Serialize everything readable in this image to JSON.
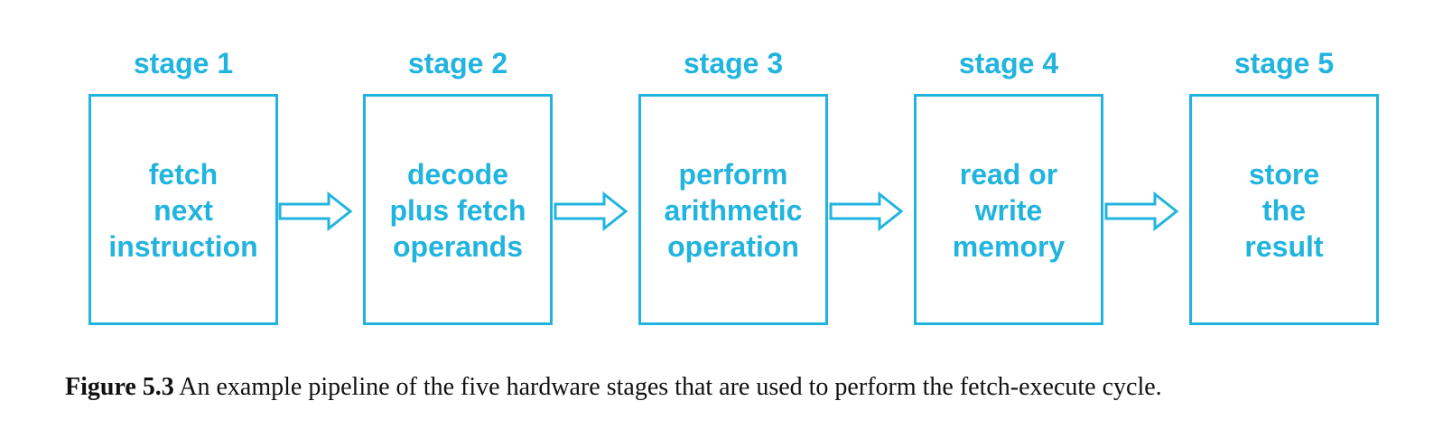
{
  "diagram": {
    "accent_color": "#21b4de",
    "stages": [
      {
        "label": "stage 1",
        "lines": [
          "fetch",
          "next",
          "instruction"
        ]
      },
      {
        "label": "stage 2",
        "lines": [
          "decode",
          "plus fetch",
          "operands"
        ]
      },
      {
        "label": "stage 3",
        "lines": [
          "perform",
          "arithmetic",
          "operation"
        ]
      },
      {
        "label": "stage 4",
        "lines": [
          "read or",
          "write",
          "memory"
        ]
      },
      {
        "label": "stage 5",
        "lines": [
          "store",
          "the",
          "result"
        ]
      }
    ],
    "connectors": [
      "right-arrow-icon",
      "right-arrow-icon",
      "right-arrow-icon",
      "right-arrow-icon"
    ]
  },
  "caption": {
    "figure_label": "Figure 5.3",
    "text": " An example pipeline of the five hardware stages that are used to perform the fetch-execute cycle."
  }
}
